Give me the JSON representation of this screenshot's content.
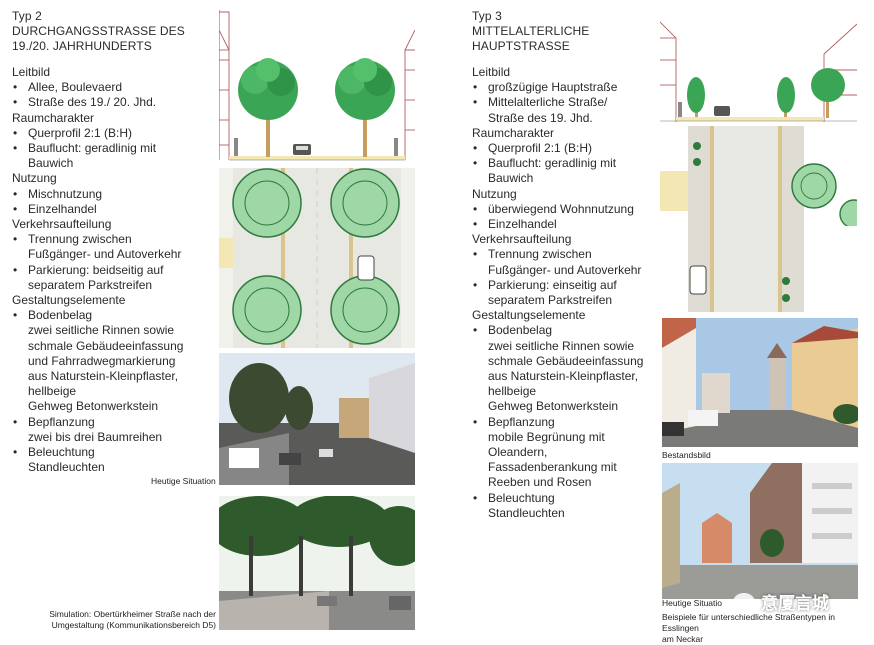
{
  "left": {
    "title_lines": [
      "Typ 2",
      "DURCHGANGSSTRASSE DES",
      "19./20. JAHRHUNDERTS"
    ],
    "sections": [
      {
        "heading": "Leitbild",
        "items": [
          [
            "Allee, Boulevaerd"
          ],
          [
            "Straße des 19./ 20. Jhd."
          ]
        ]
      },
      {
        "heading": "Raumcharakter",
        "items": [
          [
            "Querprofil 2:1 (B:H)"
          ],
          [
            "Bauflucht: geradlinig mit",
            "Bauwich"
          ]
        ]
      },
      {
        "heading": "Nutzung",
        "items": [
          [
            "Mischnutzung"
          ],
          [
            "Einzelhandel"
          ]
        ]
      },
      {
        "heading": "Verkehrsaufteilung",
        "items": [
          [
            "Trennung zwischen",
            "Fußgänger- und Autoverkehr"
          ],
          [
            "Parkierung: beidseitig auf",
            "separatem Parkstreifen"
          ]
        ]
      },
      {
        "heading": "Gestaltungselemente",
        "items": [
          [
            "Bodenbelag",
            "zwei seitliche Rinnen sowie",
            "schmale Gebäudeeinfassung",
            "und Fahrradwegmarkierung",
            "aus Naturstein-Kleinpflaster,",
            "hellbeige",
            "Gehweg Betonwerkstein"
          ],
          [
            "Bepflanzung",
            "zwei bis drei Baumreihen"
          ],
          [
            "Beleuchtung",
            "Standleuchten"
          ]
        ]
      }
    ],
    "caption_current": "Heutige Situation",
    "caption_simulation": [
      "Simulation: Obertürkheimer Straße nach der",
      "Umgestaltung (Kommunikationsbereich D5)"
    ]
  },
  "right": {
    "title_lines": [
      "Typ 3",
      "MITTELALTERLICHE",
      "HAUPTSTRASSE"
    ],
    "sections": [
      {
        "heading": "Leitbild",
        "items": [
          [
            "großzügige Hauptstraße"
          ],
          [
            "Mittelalterliche Straße/",
            "Straße des 19. Jhd."
          ]
        ]
      },
      {
        "heading": "Raumcharakter",
        "items": [
          [
            "Querprofil 2:1 (B:H)"
          ],
          [
            "Bauflucht: geradlinig mit",
            "Bauwich"
          ]
        ]
      },
      {
        "heading": "Nutzung",
        "items": [
          [
            "überwiegend Wohnnutzung"
          ],
          [
            "Einzelhandel"
          ]
        ]
      },
      {
        "heading": "Verkehrsaufteilung",
        "items": [
          [
            "Trennung zwischen",
            "Fußgänger- und Autoverkehr"
          ],
          [
            "Parkierung: einseitig auf",
            "separatem Parkstreifen"
          ]
        ]
      },
      {
        "heading": "Gestaltungselemente",
        "items": [
          [
            "Bodenbelag",
            "zwei seitliche Rinnen sowie",
            "schmale Gebäudeeinfassung",
            "aus Naturstein-Kleinpflaster,",
            "hellbeige",
            "Gehweg Betonwerkstein"
          ],
          [
            "Bepflanzung",
            "mobile Begrünung mit",
            "Oleandern,",
            "Fassadenberankung mit",
            "Reeben und Rosen"
          ],
          [
            "Beleuchtung",
            "Standleuchten"
          ]
        ]
      }
    ],
    "caption_existing": "Bestandsbild",
    "caption_current": "Heutige Situatio",
    "caption_examples": [
      "Beispiele für unterschiedliche Straßentypen in Esslingen",
      "am Neckar"
    ]
  },
  "watermark": "意厦言城",
  "colors": {
    "tree": "#3aa655",
    "trunk": "#c89b5e",
    "paving": "#e4e4df",
    "gutter": "#d9c48f",
    "sidewalk": "#f3e7b4"
  }
}
